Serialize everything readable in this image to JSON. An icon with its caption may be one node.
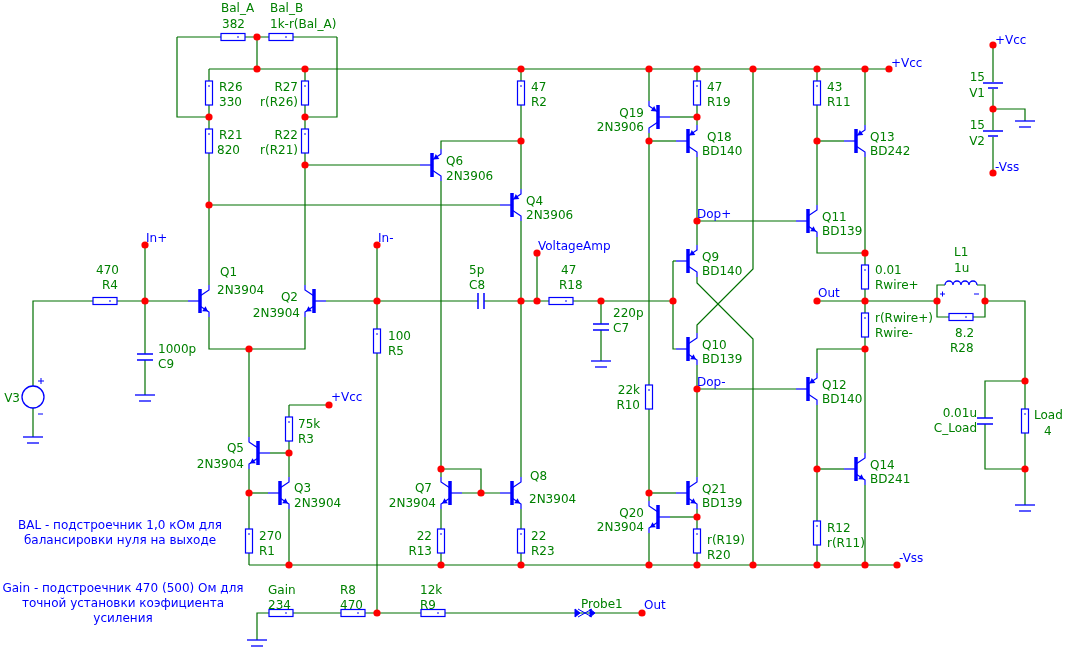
{
  "diagram": {
    "labels": [
      "Bal_A",
      "Bal_B",
      "382",
      "1k-r(Bal_A)",
      "+Vcc",
      "+Vcc",
      "R26",
      "R27",
      "47",
      "47",
      "43",
      "15",
      "330",
      "r(R26)",
      "R2",
      "R19",
      "R11",
      "V1",
      "Q19",
      "2N3906",
      "15",
      "R21",
      "R22",
      "Q18",
      "Q13",
      "V2",
      "820",
      "r(R21)",
      "BD140",
      "BD242",
      "Q6",
      "-Vss",
      "2N3906",
      "Q4",
      "2N3906",
      "Dop+",
      "Q11",
      "BD139",
      "In+",
      "In-",
      "VoltageAmp",
      "Q9",
      "L1",
      "470",
      "Q1",
      "5p",
      "47",
      "BD140",
      "0.01",
      "1u",
      "R4",
      "2N3904",
      "C8",
      "R18",
      "Rwire+",
      "Q2",
      "Out",
      "2N3904",
      "220p",
      "r(Rwire+)",
      "C7",
      "Rwire-",
      "8.2",
      "1000p",
      "100",
      "Q10",
      "R28",
      "C9",
      "R5",
      "BD139",
      "Dop-",
      "Q12",
      "V3",
      "+Vcc",
      "22k",
      "BD140",
      "R10",
      "0.01u",
      "Load",
      "75k",
      "C_Load",
      "4",
      "R3",
      "Q5",
      "2N3904",
      "Q14",
      "Q8",
      "BD241",
      "Q3",
      "Q7",
      "Q21",
      "2N3904",
      "2N3904",
      "2N3904",
      "BD139",
      "Q20",
      "BAL - подстроечник 1,0 кОм для балансировки нуля на выходе",
      "2N3904",
      "R12",
      "270",
      "22",
      "22",
      "r(R19)",
      "r(R11)",
      "R1",
      "R13",
      "R23",
      "R20",
      "-Vss",
      "Gain - подстроечник 470 (500) Ом для точной установки коэфициента усиления",
      "Gain",
      "R8",
      "12k",
      "234",
      "470",
      "R9",
      "Probe1",
      "Out"
    ]
  }
}
